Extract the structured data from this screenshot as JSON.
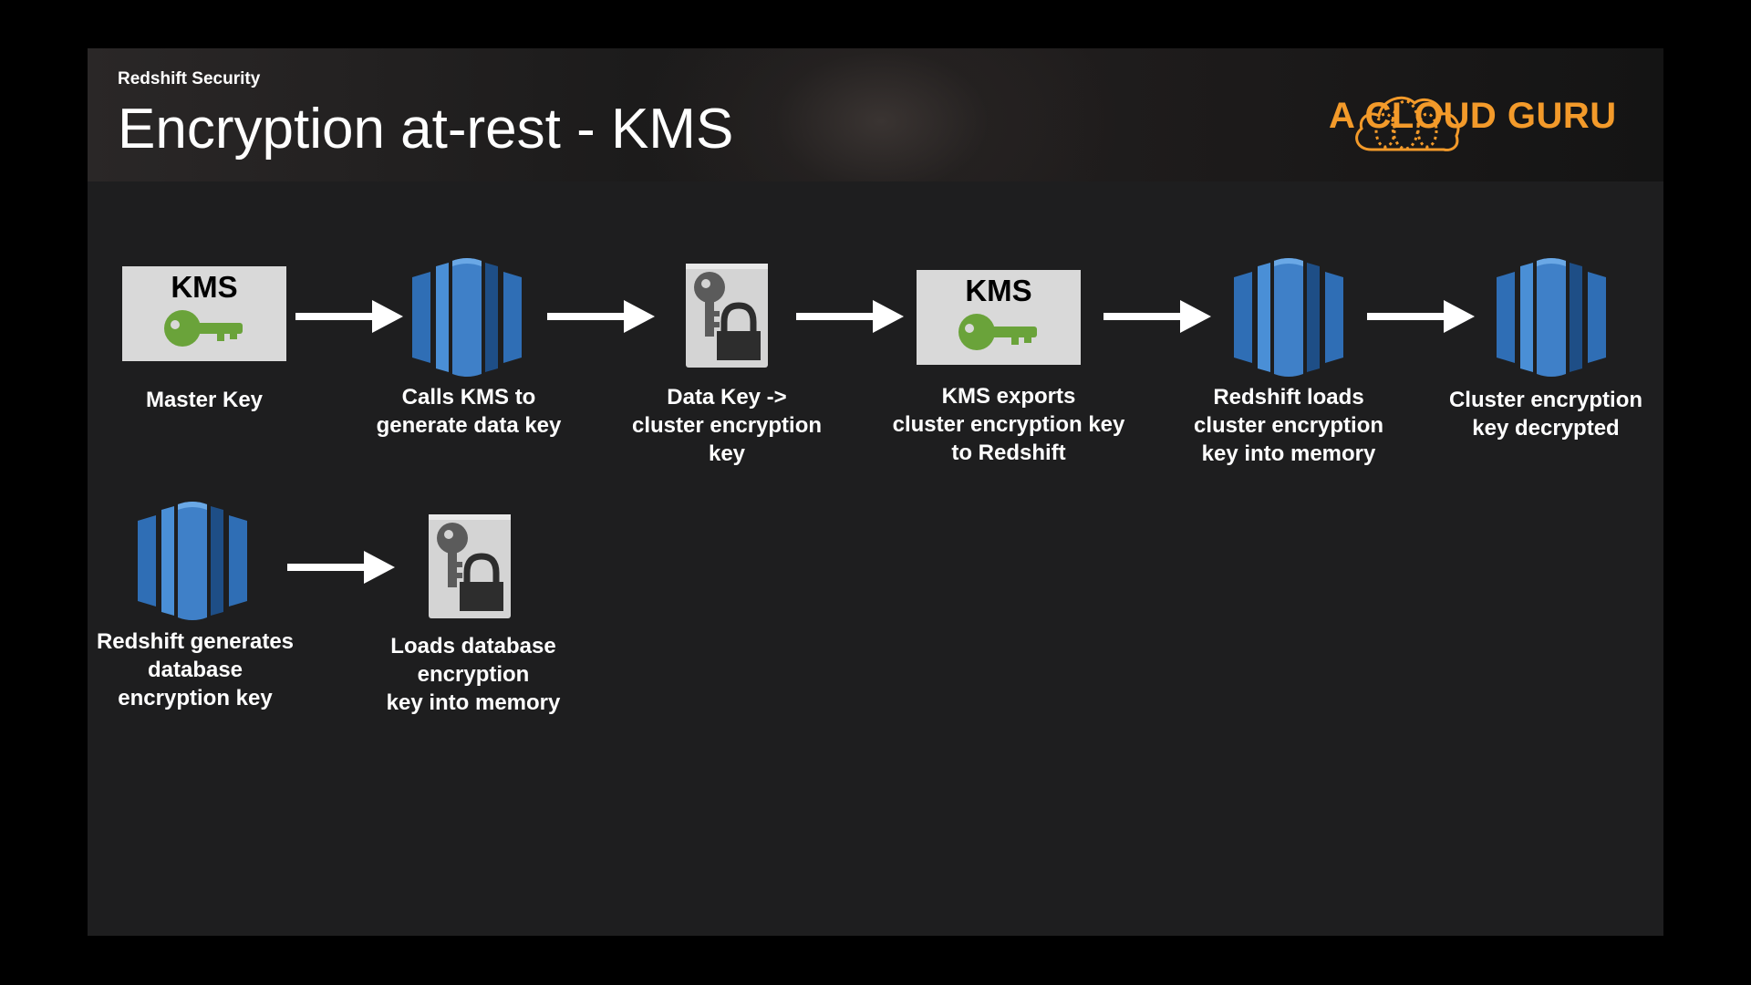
{
  "header": {
    "section": "Redshift Security",
    "title": "Encryption at-rest - KMS",
    "brand": "A CLOUD GURU"
  },
  "steps": [
    {
      "icon": "kms-key-icon",
      "kms_text": "KMS",
      "label": "Master Key"
    },
    {
      "icon": "redshift-icon",
      "label": "Calls KMS to\ngenerate data key"
    },
    {
      "icon": "data-key-lock-icon",
      "label": "Data Key ->\ncluster encryption\nkey"
    },
    {
      "icon": "kms-key-icon",
      "kms_text": "KMS",
      "label": "KMS exports\ncluster encryption key\nto Redshift"
    },
    {
      "icon": "redshift-icon",
      "label": "Redshift loads\ncluster encryption\nkey into memory"
    },
    {
      "icon": "redshift-icon",
      "label": "Cluster encryption\nkey decrypted"
    },
    {
      "icon": "redshift-icon",
      "label": "Redshift generates\ndatabase\nencryption key"
    },
    {
      "icon": "data-key-lock-icon",
      "label": "Loads database\nencryption\nkey into memory"
    }
  ],
  "colors": {
    "brand_orange": "#f39a2a",
    "redshift_blue": "#2f6eb5",
    "key_green": "#6aa33a"
  }
}
